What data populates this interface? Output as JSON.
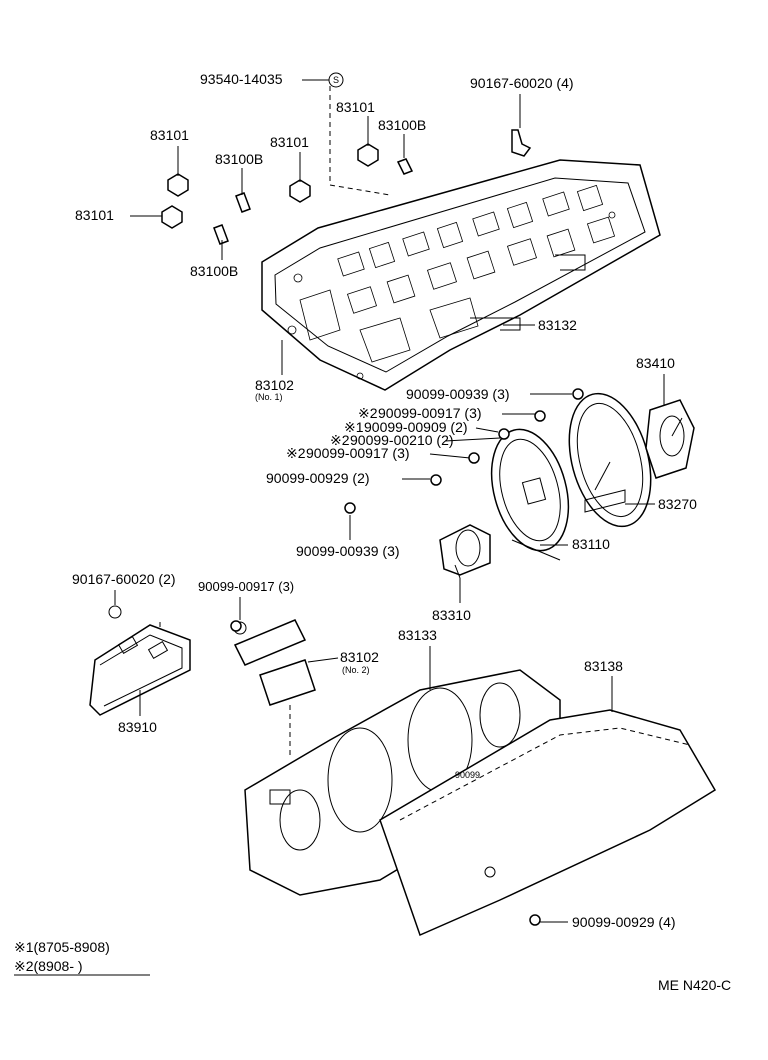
{
  "labels": {
    "p93540": "93540-14035",
    "p90167_top": "90167-60020 (4)",
    "p83101_a": "83101",
    "p83100b_a": "83100B",
    "p83101_b": "83101",
    "p83101_c": "83101",
    "p83100b_b": "83100B",
    "p83101_d": "83101",
    "p83100b_c": "83100B",
    "p83132": "83132",
    "p83102_no1": "83102",
    "p83102_no1_sub": "(No. 1)",
    "p83410": "83410",
    "p90099_00939_top": "90099-00939 (3)",
    "p90099_00917_a": "90099-00917 (3)",
    "p90099_00909": "90099-00909 (2)",
    "p90099_00210": "90099-00210 (2)",
    "p90099_00917_b": "90099-00917 (3)",
    "p90099_00929_a": "90099-00929 (2)",
    "p83270": "83270",
    "p90099_00939_b": "90099-00939 (3)",
    "p83110": "83110",
    "p83310": "83310",
    "p90167_left": "90167-60020 (2)",
    "p90099_00917_c": "90099-00917 (3)",
    "p83133": "83133",
    "p83102_no2": "83102",
    "p83102_no2_sub": "(No. 2)",
    "p83138": "83138",
    "p83910": "83910",
    "p90099_00929_b": "90099-00929 (4)",
    "mark_s": "S",
    "mark_2a": "※2",
    "mark_1": "※1",
    "mark_2b": "※2",
    "mark_2c": "※2",
    "cluster_text": "90099",
    "note1": "※1(8705-8908)",
    "note2": "※2(8908-        )",
    "code": "ME N420-C"
  }
}
